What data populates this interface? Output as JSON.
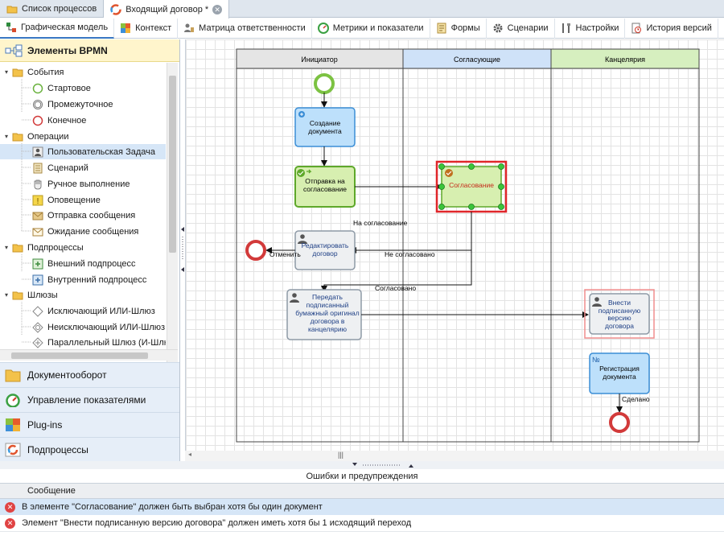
{
  "doc_tabs": [
    {
      "label": "Список процессов"
    },
    {
      "label": "Входящий договор *"
    }
  ],
  "view_tabs": [
    {
      "label": "Графическая модель"
    },
    {
      "label": "Контекст"
    },
    {
      "label": "Матрица ответственности"
    },
    {
      "label": "Метрики и показатели"
    },
    {
      "label": "Формы"
    },
    {
      "label": "Сценарии"
    },
    {
      "label": "Настройки"
    },
    {
      "label": "История версий"
    }
  ],
  "palette": {
    "title": "Элементы BPMN",
    "groups": [
      {
        "label": "События",
        "items": [
          "Стартовое",
          "Промежуточное",
          "Конечное"
        ]
      },
      {
        "label": "Операции",
        "items": [
          "Пользовательская Задача",
          "Сценарий",
          "Ручное выполнение",
          "Оповещение",
          "Отправка сообщения",
          "Ожидание сообщения"
        ]
      },
      {
        "label": "Подпроцессы",
        "items": [
          "Внешний подпроцесс",
          "Внутренний подпроцесс"
        ]
      },
      {
        "label": "Шлюзы",
        "items": [
          "Исключающий ИЛИ-Шлюз",
          "Неисключающий ИЛИ-Шлюз",
          "Параллельный Шлюз (И-Шлю"
        ]
      }
    ]
  },
  "accordion": [
    "Документооборот",
    "Управление показателями",
    "Plug-ins",
    "Подпроцессы"
  ],
  "diagram": {
    "lanes": [
      "Инициатор",
      "Согласующие",
      "Канцелярия"
    ],
    "tasks": {
      "create": "Создание документа",
      "send": "Отправка на согласование",
      "approve": "Согласование",
      "edit": "Редактировать договор",
      "pass": "Передать подписанный бумажный оригинал договора  в канцелярию",
      "upload": "Внести подписанную версию договора",
      "register": "Регистрация документа"
    },
    "flows": {
      "to_approval": "На согласование",
      "not_approved": "Не согласовано",
      "approved": "Согласовано",
      "cancel": "Отменить",
      "done": "Сделано"
    }
  },
  "errors": {
    "panel_title": "Ошибки и предупреждения",
    "column": "Сообщение",
    "rows": [
      "В элементе \"Согласование\" должен быть выбран хотя бы один документ",
      "Элемент \"Внести подписанную версию договора\" должен иметь хотя бы 1 исходящий переход"
    ]
  }
}
